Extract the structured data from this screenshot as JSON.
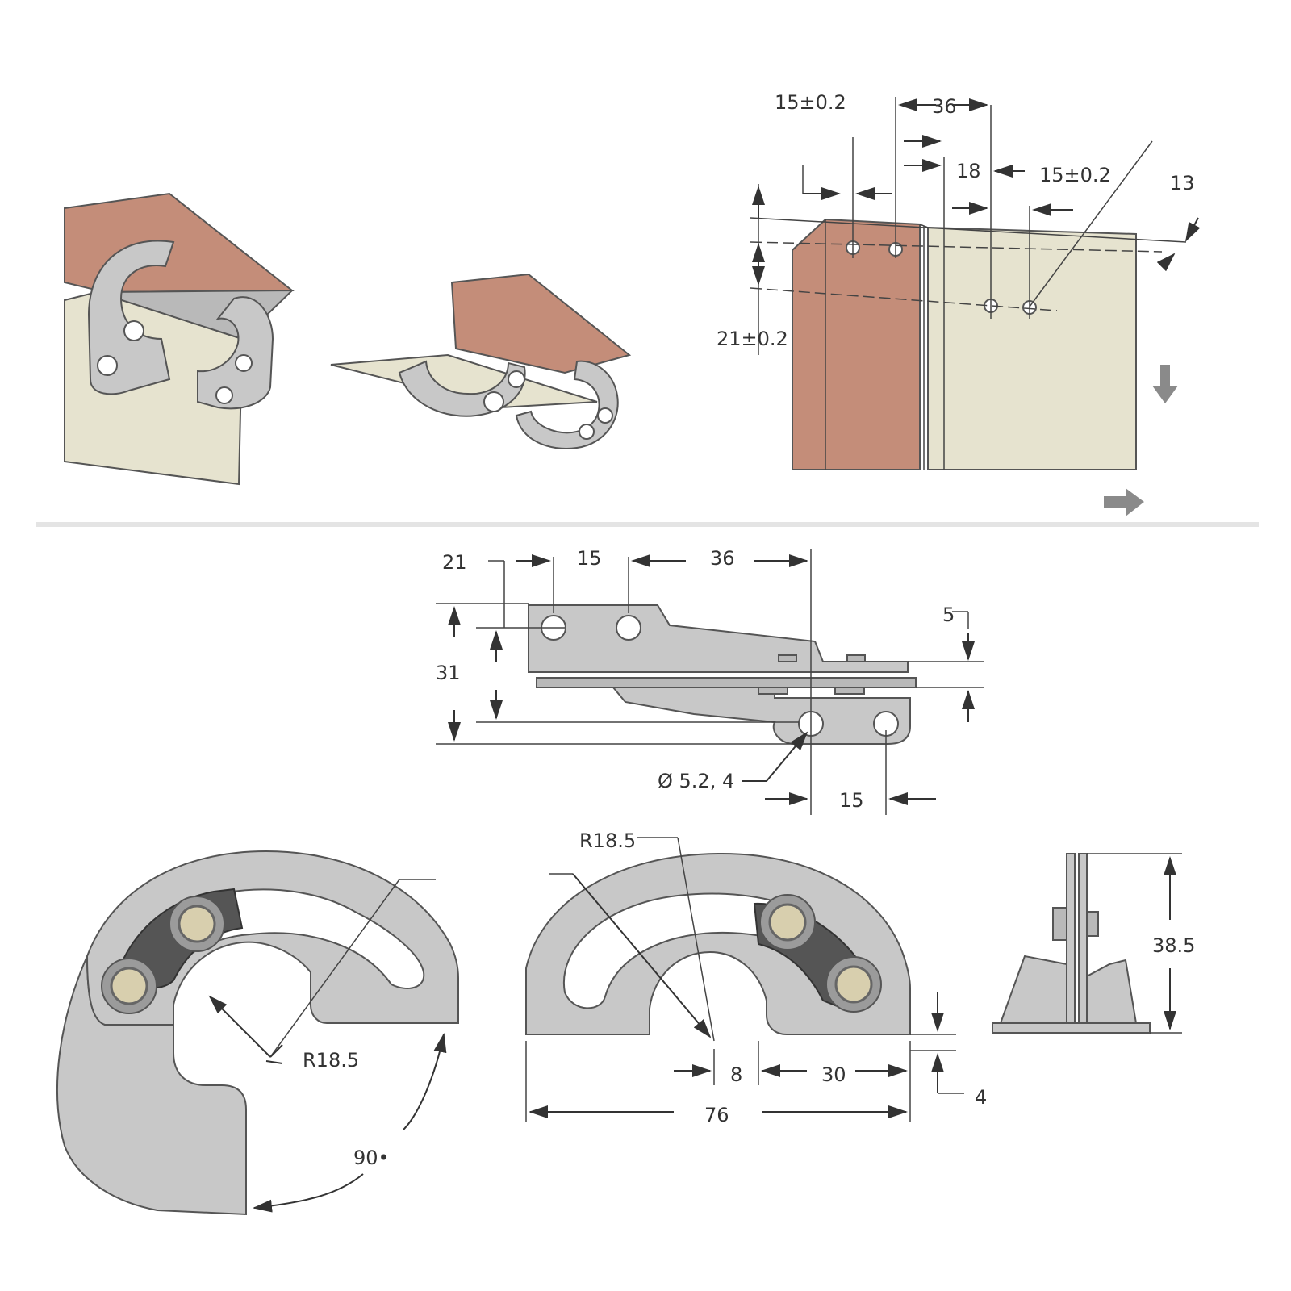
{
  "colors": {
    "metal": "#c8c8c8",
    "wood": "#c48d79",
    "panel": "#e6e3cf",
    "arrow": "#8a8a8a"
  },
  "top_right_dims": {
    "d1": "15±0.2",
    "d2": "36",
    "d3": "18",
    "d4": "15±0.2",
    "d5": "13",
    "d6": "21±0.2"
  },
  "mid_dims": {
    "d1": "21",
    "d2": "15",
    "d3": "36",
    "d4": "5",
    "d5": "31",
    "d6": "Ø 5.2, 4",
    "d7": "15"
  },
  "bottom_dims": {
    "r_left": "R18.5",
    "angle": "90•",
    "r_mid": "R18.5",
    "d8": "8",
    "d30": "30",
    "d76": "76",
    "d4": "4",
    "d385": "38.5"
  }
}
